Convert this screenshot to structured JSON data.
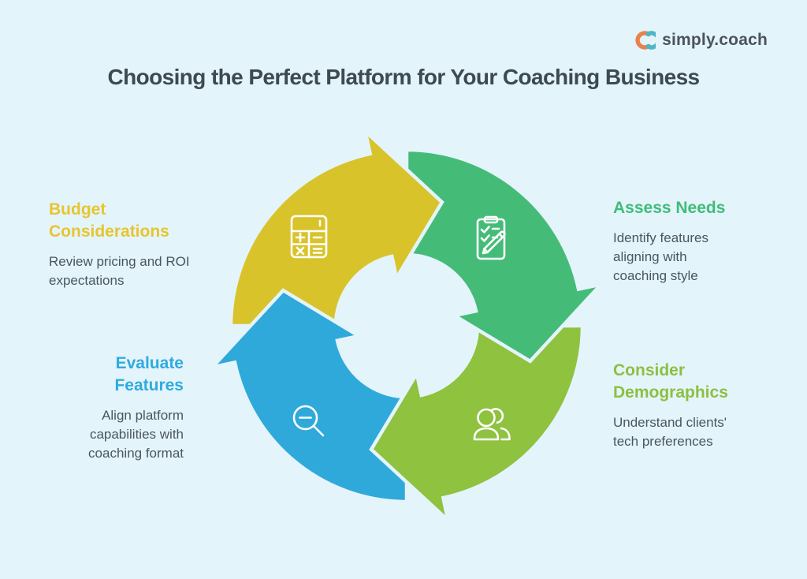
{
  "background_color": "#e4f4fb",
  "logo": {
    "text": "simply.coach",
    "icon": "simply-coach-mark-icon",
    "mark_orange": "#e8824d",
    "mark_teal": "#4cb7c5",
    "text_color": "#4b535b"
  },
  "title": {
    "text": "Choosing the Perfect Platform for Your Coaching Business",
    "color": "#3d4953"
  },
  "diagram": {
    "type": "cycle",
    "direction": "clockwise",
    "icon_stroke_color": "#ffffff",
    "steps": [
      {
        "id": "budget",
        "title": "Budget Considerations",
        "description": "Review pricing and ROI expectations",
        "arc_color": "#d9c32a",
        "title_color": "#e6c52f",
        "icon": "calculator-icon",
        "position": "top-left"
      },
      {
        "id": "assess",
        "title": "Assess Needs",
        "description": "Identify features aligning with coaching style",
        "arc_color": "#44bc78",
        "title_color": "#3fbd78",
        "icon": "clipboard-checklist-icon",
        "position": "top-right"
      },
      {
        "id": "demographics",
        "title": "Consider Demographics",
        "description": "Understand clients' tech preferences",
        "arc_color": "#8ec23f",
        "title_color": "#8cc040",
        "icon": "people-icon",
        "position": "bottom-right"
      },
      {
        "id": "evaluate",
        "title": "Evaluate Features",
        "description": "Align platform capabilities with coaching format",
        "arc_color": "#2fa9da",
        "title_color": "#2fabdf",
        "icon": "magnifier-icon",
        "position": "bottom-left"
      }
    ]
  }
}
